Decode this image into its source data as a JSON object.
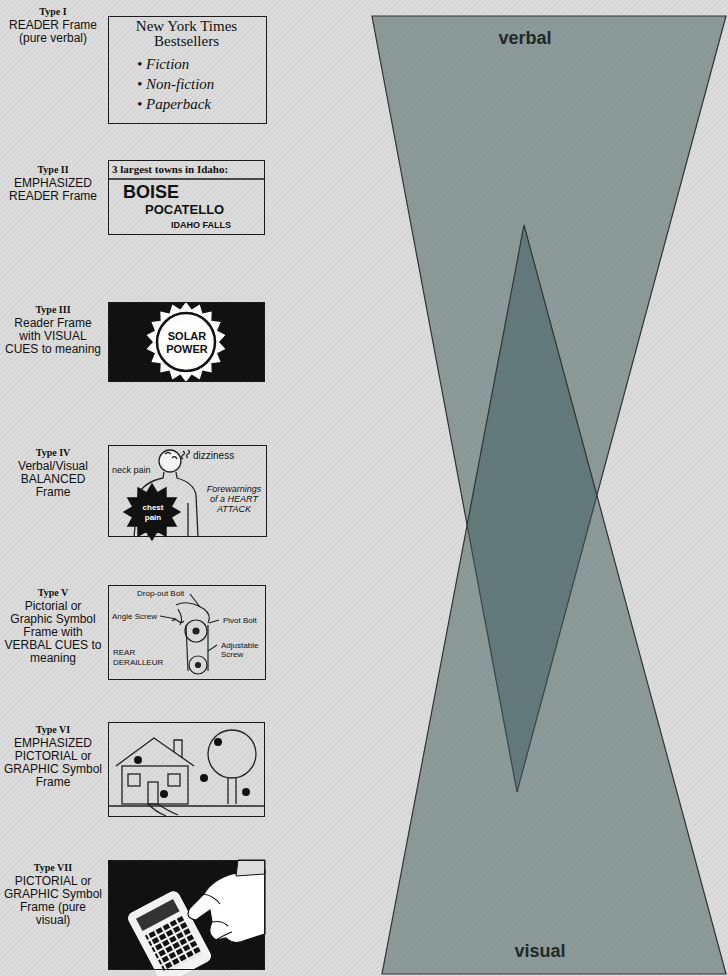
{
  "diagram": {
    "nodes": [
      {
        "text": [
          "Type I",
          "READER Frame (pure verbal)",
          "New York Times Bestsellers",
          "• Fiction",
          "• Non-fiction",
          "• Paperback"
        ]
      },
      {
        "text": [
          "Type II",
          "EMPHASIZED READER Frame",
          "3 largest towns in Idaho:",
          "BOISE",
          "POCATELLO",
          "IDAHO FALLS"
        ]
      },
      {
        "text": [
          "Type III",
          "Reader Frame with VISUAL CUES to meaning",
          "SOLAR POWER"
        ]
      },
      {
        "text": [
          "Type IV",
          "Verbal/Visual BALANCED Frame",
          "neck pain",
          "dizziness",
          "chest pain",
          "Forewarnings of a HEART ATTACK"
        ]
      },
      {
        "text": [
          "Type V",
          "Pictorial or Graphic Symbol Frame with VERBAL CUES to meaning",
          "Drop-out Bolt",
          "Angle Screw",
          "Pivot Bolt",
          "Adjustable Screw",
          "REAR DERAILLEUR"
        ]
      },
      {
        "text": [
          "Type VI",
          "EMPHASIZED PICTORIAL or GRAPHIC Symbol Frame"
        ]
      },
      {
        "text": [
          "Type VII",
          "PICTORIAL or GRAPHIC Symbol Frame (pure visual)"
        ]
      },
      {
        "text": [
          "verbal"
        ]
      },
      {
        "text": [
          "visual"
        ]
      }
    ]
  }
}
